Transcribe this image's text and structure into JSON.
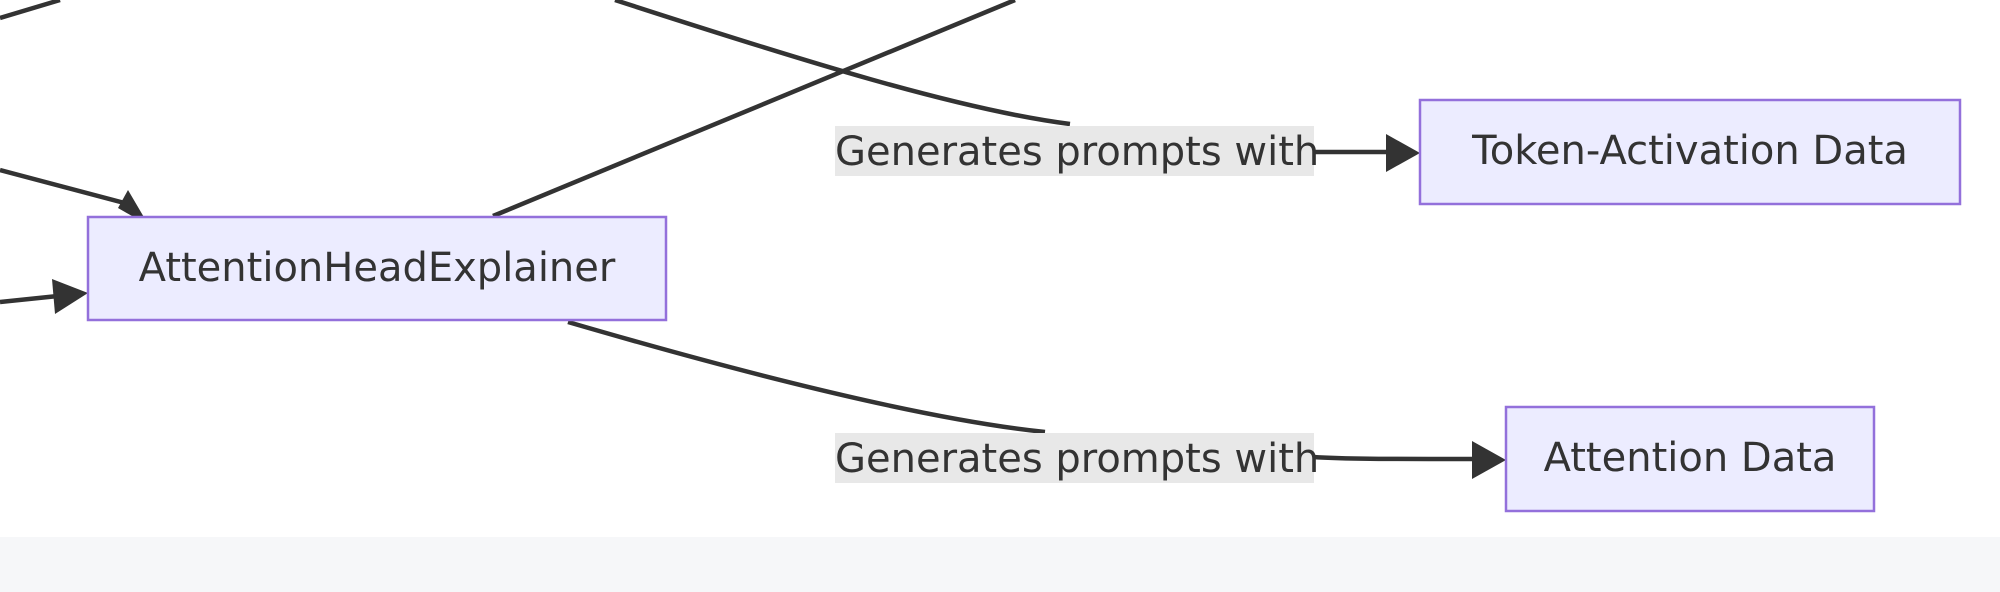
{
  "nodes": {
    "attention_head_explainer": {
      "label": "AttentionHeadExplainer"
    },
    "token_activation_data": {
      "label": "Token-Activation Data"
    },
    "attention_data": {
      "label": "Attention Data"
    }
  },
  "edges": {
    "to_token_activation": {
      "label": "Generates prompts with"
    },
    "to_attention": {
      "label": "Generates prompts with"
    }
  },
  "colors": {
    "node_fill": "#ececff",
    "node_stroke": "#9370db",
    "edge_stroke": "#333333",
    "edge_label_bg": "#e8e8e8",
    "footer_band": "#f6f7f9"
  }
}
